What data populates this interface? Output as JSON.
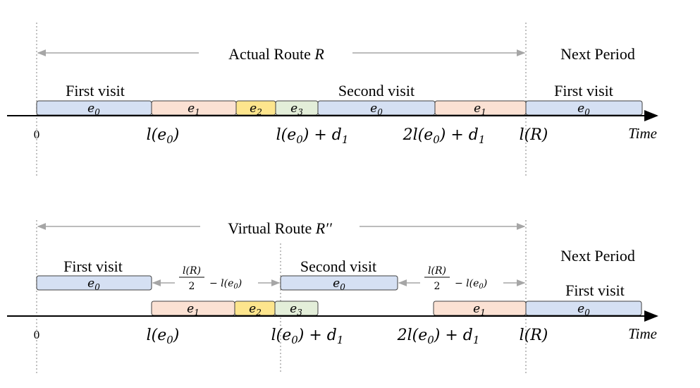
{
  "top": {
    "title_prefix": "Actual Route ",
    "title_var": "R",
    "next_period": "Next Period",
    "labels": {
      "first_visit_left": "First visit",
      "second_visit": "Second visit",
      "first_visit_right": "First visit"
    },
    "blocks": {
      "e0_a": {
        "base": "e",
        "sub": "0"
      },
      "e1_a": {
        "base": "e",
        "sub": "1"
      },
      "e2": {
        "base": "e",
        "sub": "2"
      },
      "e3": {
        "base": "e",
        "sub": "3"
      },
      "e0_b": {
        "base": "e",
        "sub": "0"
      },
      "e1_b": {
        "base": "e",
        "sub": "1"
      },
      "e0_c": {
        "base": "e",
        "sub": "0"
      }
    },
    "ticks": {
      "t0": "0",
      "t1": {
        "l": "l(e",
        "sub": "0",
        ")": ")"
      },
      "t2": {
        "l": "l(e",
        "sub": "0",
        "rest": ") + d",
        "sub2": "1"
      },
      "t3": {
        "l": "2l(e",
        "sub": "0",
        "rest": ") + d",
        "sub2": "1"
      },
      "t4": "l(R)"
    },
    "axis_label": "Time"
  },
  "bottom": {
    "title_prefix": "Virtual Route ",
    "title_var": "R′′",
    "next_period": "Next Period",
    "labels": {
      "first_visit_left": "First visit",
      "second_visit": "Second visit",
      "first_visit_right": "First visit"
    },
    "gap_formula": {
      "num": "l(R)",
      "den": "2",
      "rest": "− l(e",
      "sub": "0",
      "close": ")"
    },
    "blocks": {
      "e0_a": {
        "base": "e",
        "sub": "0"
      },
      "e0_b": {
        "base": "e",
        "sub": "0"
      },
      "e1_a": {
        "base": "e",
        "sub": "1"
      },
      "e2": {
        "base": "e",
        "sub": "2"
      },
      "e3": {
        "base": "e",
        "sub": "3"
      },
      "e1_b": {
        "base": "e",
        "sub": "1"
      },
      "e0_c": {
        "base": "e",
        "sub": "0"
      }
    },
    "ticks": {
      "t0": "0",
      "t1": {
        "l": "l(e",
        "sub": "0",
        ")": ")"
      },
      "t2": {
        "l": "l(e",
        "sub": "0",
        "rest": ") + d",
        "sub2": "1"
      },
      "t3": {
        "l": "2l(e",
        "sub": "0",
        "rest": ") + d",
        "sub2": "1"
      },
      "t4": "l(R)"
    },
    "axis_label": "Time"
  },
  "colors": {
    "e0": "#d5e0f3",
    "e1": "#fbe1d3",
    "e2": "#fde58d",
    "e3": "#e3eed9",
    "grey": "#a6a6a6",
    "text": "#000000"
  }
}
